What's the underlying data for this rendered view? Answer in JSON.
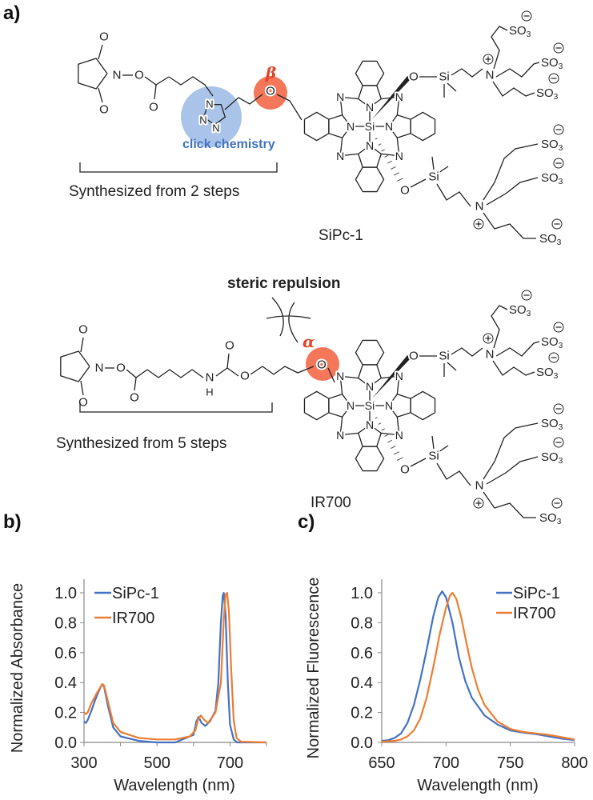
{
  "panels": {
    "a": "a)",
    "b": "b)",
    "c": "c)"
  },
  "structure_top": {
    "name": "SiPc-1",
    "position_label": "β",
    "click_label": "click chemistry",
    "synthesis_note": "Synthesized  from 2 steps"
  },
  "structure_bottom": {
    "name": "IR700",
    "position_label": "α",
    "steric_label": "steric repulsion",
    "synthesis_note": "Synthesized  from 5 steps"
  },
  "atoms": {
    "N": "N",
    "O": "O",
    "Si": "Si",
    "SO": "SO",
    "sub3": "3",
    "H": "H"
  },
  "colors": {
    "sipc": "#4472c4",
    "ir700": "#ed7d31",
    "click_circle": "#a9c4e8",
    "site_circle": "#f4775a",
    "click_text": "#4472c4",
    "site_text": "#e0452a"
  },
  "chart_data": [
    {
      "type": "line",
      "panel": "b",
      "xlabel": "Wavelength (nm)",
      "ylabel": "Normalized  Absorbance",
      "xlim": [
        300,
        800
      ],
      "ylim": [
        0,
        1.0
      ],
      "xticks": [
        300,
        400,
        500,
        600,
        700,
        800
      ],
      "xtick_labels": [
        "300",
        "500",
        "700"
      ],
      "ytick_labels": [
        "0.0",
        "0.2",
        "0.4",
        "0.6",
        "0.8",
        "1.0"
      ],
      "legend": "top-left",
      "series": [
        {
          "name": "SiPc-1",
          "color": "#4472c4",
          "x": [
            300,
            305,
            310,
            320,
            330,
            340,
            350,
            355,
            365,
            380,
            400,
            450,
            500,
            550,
            600,
            608,
            614,
            622,
            632,
            645,
            660,
            668,
            675,
            680,
            683,
            688,
            694,
            700,
            710,
            720,
            800
          ],
          "y": [
            0.14,
            0.13,
            0.15,
            0.21,
            0.28,
            0.34,
            0.39,
            0.37,
            0.25,
            0.1,
            0.04,
            0.01,
            0.0,
            0.0,
            0.05,
            0.14,
            0.17,
            0.13,
            0.11,
            0.14,
            0.21,
            0.4,
            0.8,
            0.98,
            1.0,
            0.85,
            0.4,
            0.12,
            0.02,
            0.0,
            0.0
          ]
        },
        {
          "name": "IR700",
          "color": "#ed7d31",
          "x": [
            300,
            305,
            310,
            320,
            335,
            350,
            355,
            365,
            380,
            400,
            450,
            500,
            550,
            590,
            605,
            612,
            620,
            630,
            640,
            660,
            675,
            683,
            688,
            692,
            697,
            703,
            710,
            718,
            730,
            800
          ],
          "y": [
            0.2,
            0.19,
            0.2,
            0.26,
            0.33,
            0.39,
            0.38,
            0.28,
            0.13,
            0.07,
            0.03,
            0.02,
            0.02,
            0.04,
            0.08,
            0.15,
            0.18,
            0.15,
            0.13,
            0.2,
            0.4,
            0.82,
            0.99,
            1.0,
            0.88,
            0.5,
            0.15,
            0.03,
            0.005,
            0.0
          ]
        }
      ]
    },
    {
      "type": "line",
      "panel": "c",
      "xlabel": "Wavelength (nm)",
      "ylabel": "Normalized  Fluorescence",
      "xlim": [
        650,
        800
      ],
      "ylim": [
        0,
        1.0
      ],
      "xticks": [
        650,
        700,
        750,
        800
      ],
      "xtick_labels": [
        "650",
        "700",
        "750",
        "800"
      ],
      "ytick_labels": [
        "0.0",
        "0.2",
        "0.4",
        "0.6",
        "0.8",
        "1.0"
      ],
      "legend": "top-right",
      "series": [
        {
          "name": "SiPc-1",
          "color": "#4472c4",
          "x": [
            650,
            655,
            660,
            665,
            670,
            675,
            680,
            685,
            690,
            694,
            697,
            700,
            705,
            710,
            715,
            720,
            730,
            740,
            750,
            760,
            770,
            780,
            790,
            800
          ],
          "y": [
            0.01,
            0.015,
            0.03,
            0.06,
            0.13,
            0.25,
            0.42,
            0.62,
            0.84,
            0.97,
            1.01,
            0.97,
            0.8,
            0.57,
            0.41,
            0.3,
            0.18,
            0.12,
            0.08,
            0.065,
            0.055,
            0.04,
            0.025,
            0.015
          ]
        },
        {
          "name": "IR700",
          "color": "#ed7d31",
          "x": [
            650,
            660,
            665,
            670,
            675,
            680,
            685,
            690,
            695,
            700,
            703,
            705,
            708,
            712,
            716,
            720,
            725,
            730,
            740,
            750,
            760,
            770,
            780,
            790,
            800
          ],
          "y": [
            0.005,
            0.01,
            0.02,
            0.04,
            0.08,
            0.16,
            0.3,
            0.5,
            0.72,
            0.9,
            0.98,
            1.0,
            0.96,
            0.83,
            0.66,
            0.5,
            0.35,
            0.25,
            0.14,
            0.09,
            0.07,
            0.06,
            0.05,
            0.035,
            0.02
          ]
        }
      ]
    }
  ]
}
